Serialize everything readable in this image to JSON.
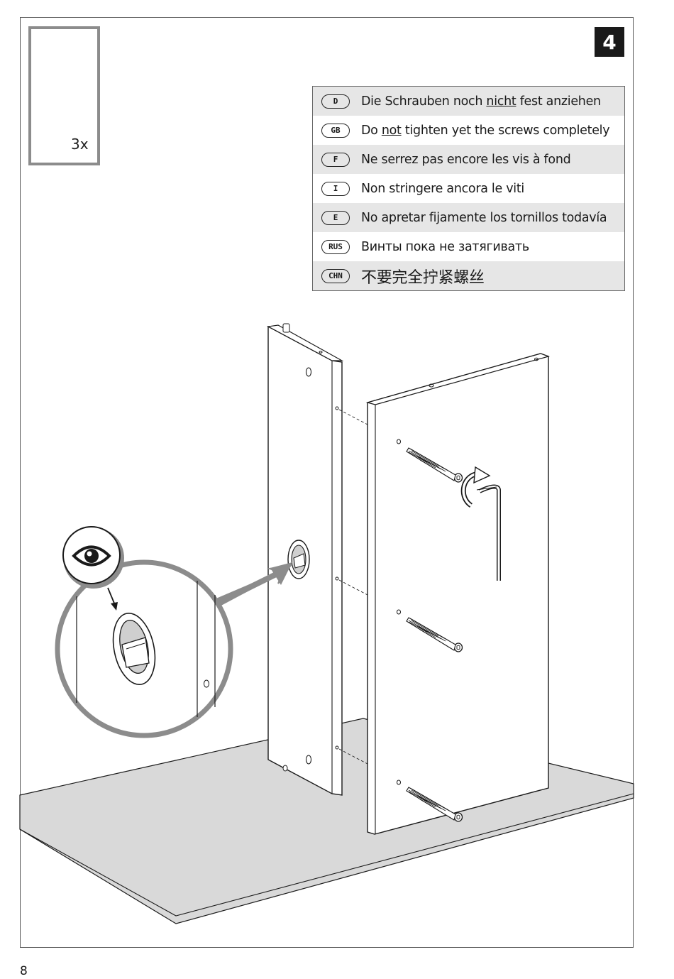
{
  "step": {
    "number": "4"
  },
  "parts": {
    "quantity": "3x",
    "part_icon": "screw-icon"
  },
  "instructions": [
    {
      "code": "D",
      "before": "Die Schrauben noch ",
      "emphasis": "nicht",
      "after": " fest anziehen"
    },
    {
      "code": "GB",
      "before": "Do ",
      "emphasis": "not",
      "after": " tighten yet the screws completely"
    },
    {
      "code": "F",
      "before": "Ne serrez pas encore les vis à fond",
      "emphasis": "",
      "after": ""
    },
    {
      "code": "I",
      "before": "Non stringere ancora le viti",
      "emphasis": "",
      "after": ""
    },
    {
      "code": "E",
      "before": "No apretar fijamente los tornillos todavía",
      "emphasis": "",
      "after": ""
    },
    {
      "code": "RUS",
      "before": "Винты пока не затягивать",
      "emphasis": "",
      "after": ""
    },
    {
      "code": "CHN",
      "before": "不要完全拧紧螺丝",
      "emphasis": "",
      "after": ""
    }
  ],
  "page": {
    "number": "8"
  },
  "icons": {
    "eye": "eye-icon",
    "rotate": "clockwise-arrow-icon",
    "tool": "allen-key-icon"
  },
  "colors": {
    "line": "#1a1a1a",
    "floor": "#d9d9d9",
    "frame": "#8c8c8c",
    "badge": "#1a1a1a"
  }
}
